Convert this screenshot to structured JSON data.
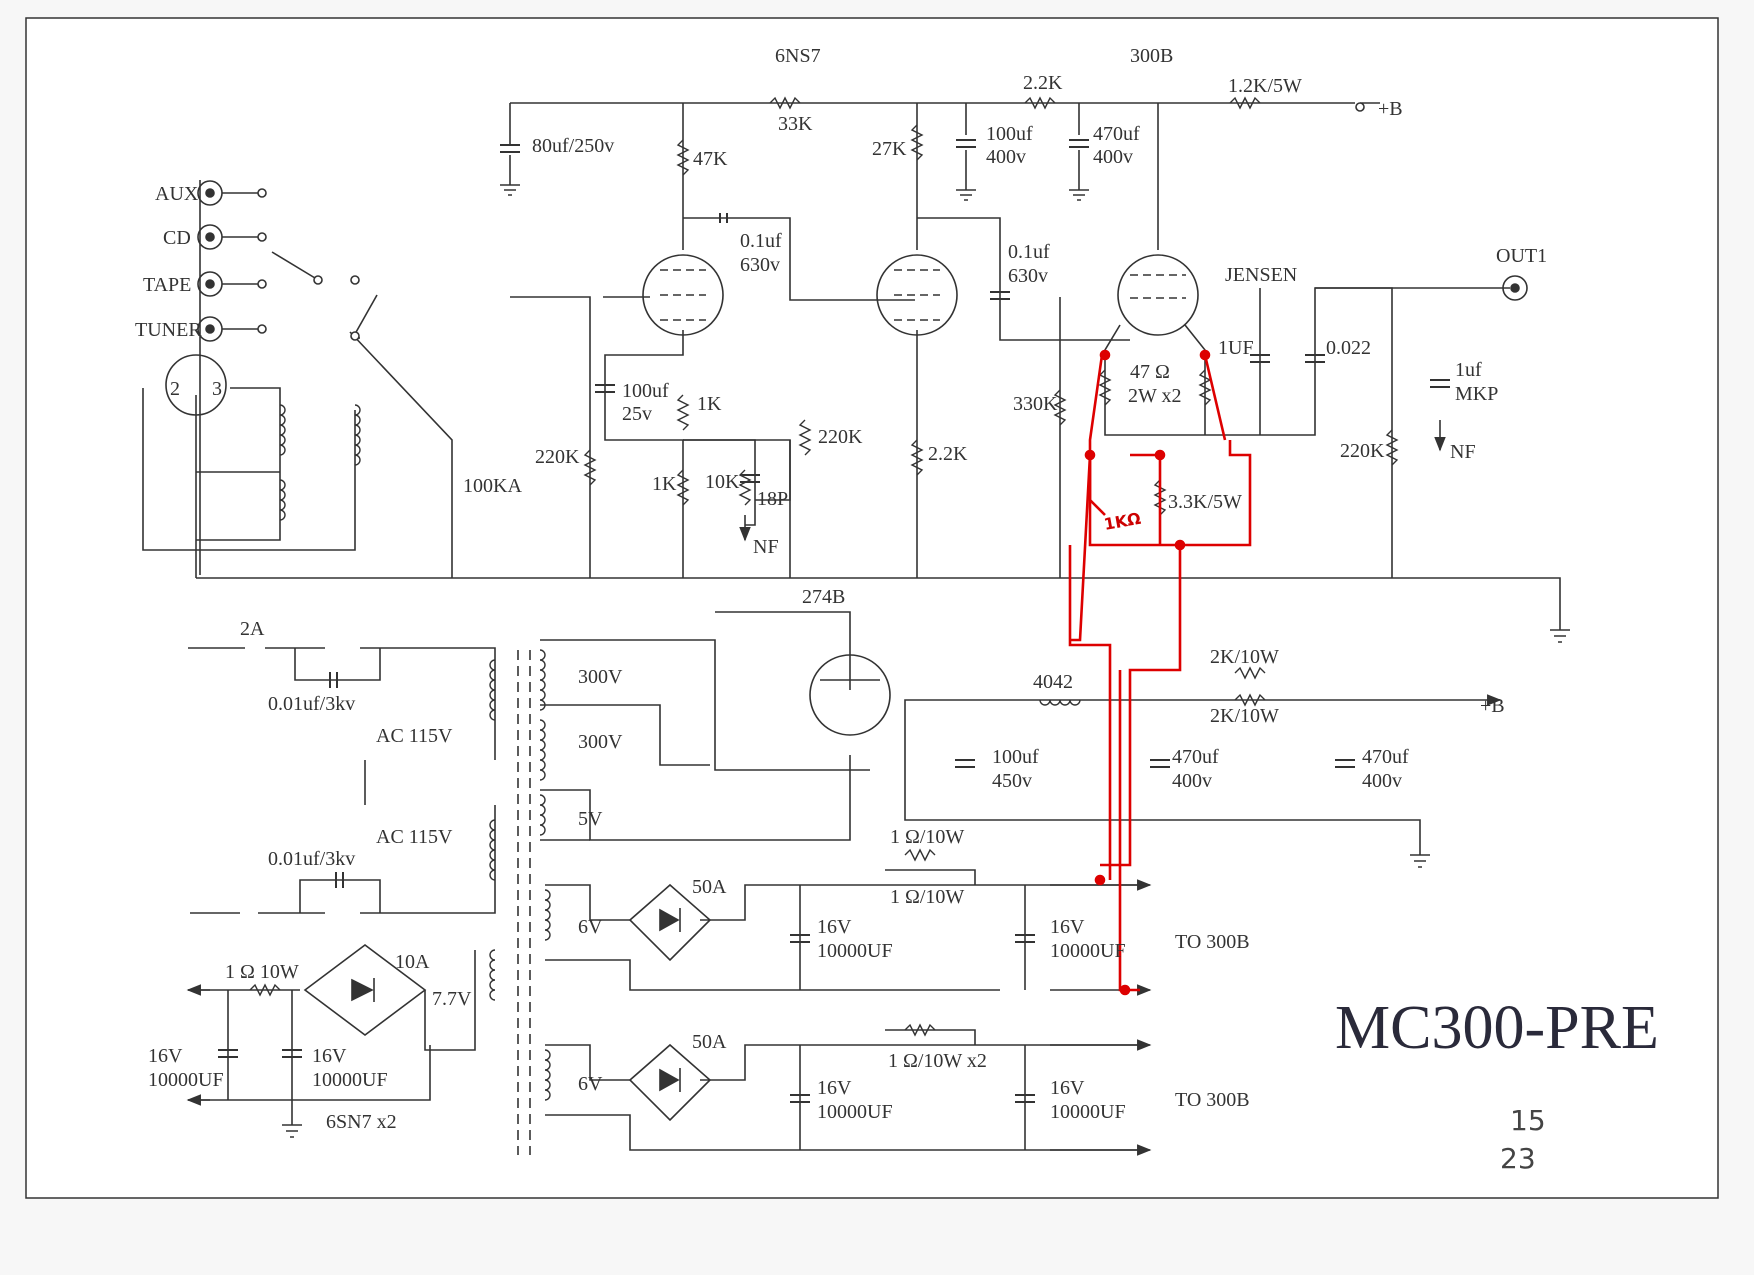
{
  "title": "MC300-PRE",
  "handwritten": [
    "15",
    "23"
  ],
  "tubes": {
    "driver": "6NS7",
    "output": "300B",
    "rectifier": "274B"
  },
  "inputs": [
    "AUX",
    "CD",
    "TAPE",
    "TUNER"
  ],
  "output_jack": "OUT1",
  "transformer": "JENSEN",
  "supply": {
    "b_plus": "+B",
    "nf": "NF"
  },
  "amp_labels": {
    "cap_80uf": "80uf/250v",
    "r_47k": "47K",
    "r_33k": "33K",
    "r_27k": "27K",
    "r_2_2k_top": "2.2K",
    "cap_100uf_400": [
      "100uf",
      "400v"
    ],
    "cap_470uf_400": [
      "470uf",
      "400v"
    ],
    "r_1_2k_5w": "1.2K/5W",
    "cap_0_1uf_a": [
      "0.1uf",
      "630v"
    ],
    "cap_0_1uf_b": [
      "0.1uf",
      "630v"
    ],
    "pot": "100KA",
    "r_220k_a": "220K",
    "cap_100uf_25v": [
      "100uf",
      "25v"
    ],
    "r_1k_a": "1K",
    "r_1k_b": "1K",
    "r_10k": "10K",
    "cap_18p": "18P",
    "r_220k_b": "220K",
    "r_2_2k_mid": "2.2K",
    "r_330k": "330K",
    "r_47ohm": [
      "47 Ω",
      "2W  x2"
    ],
    "r_3_3k_5w": "3.3K/5W",
    "cap_1uf": "1UF",
    "cap_0_022": "0.022",
    "cap_1uf_mkp": [
      "1uf",
      "MKP"
    ],
    "r_220k_c": "220K",
    "mod_pot": "1KΩ"
  },
  "psu_labels": {
    "fuse": "2A",
    "cap_0_01_a": "0.01uf/3kv",
    "ac_a": "AC 115V",
    "ac_b": "AC 115V",
    "cap_0_01_b": "0.01uf/3kv",
    "sec_300v_a": "300V",
    "sec_300v_b": "300V",
    "sec_5v": "5V",
    "choke": "4042",
    "r_2k_10w_a": "2K/10W",
    "r_2k_10w_b": "2K/10W",
    "cap_100uf_450": [
      "100uf",
      "450v"
    ],
    "cap_470uf_a": [
      "470uf",
      "400v"
    ],
    "cap_470uf_b": [
      "470uf",
      "400v"
    ],
    "r_1ohm_a": "1 Ω/10W",
    "r_1ohm_b": "1 Ω/10W",
    "bridge_a": "50A",
    "sec_6v_a": "6V",
    "cap_16v_a": [
      "16V",
      "10000UF"
    ],
    "cap_16v_b": [
      "16V",
      "10000UF"
    ],
    "to_300b_a": "TO 300B",
    "bridge_b": "50A",
    "sec_6v_b": "6V",
    "r_1ohm_x2": "1 Ω/10W  x2",
    "cap_16v_c": [
      "16V",
      "10000UF"
    ],
    "cap_16v_d": [
      "16V",
      "10000UF"
    ],
    "to_300b_b": "TO 300B",
    "r_1ohm_10w": "1 Ω 10W",
    "bridge_c": "10A",
    "sec_7_7v": "7.7V",
    "cap_16v_e": [
      "16V",
      "10000UF"
    ],
    "cap_16v_f": [
      "16V",
      "10000UF"
    ],
    "heater_note": "6SN7  x2"
  }
}
